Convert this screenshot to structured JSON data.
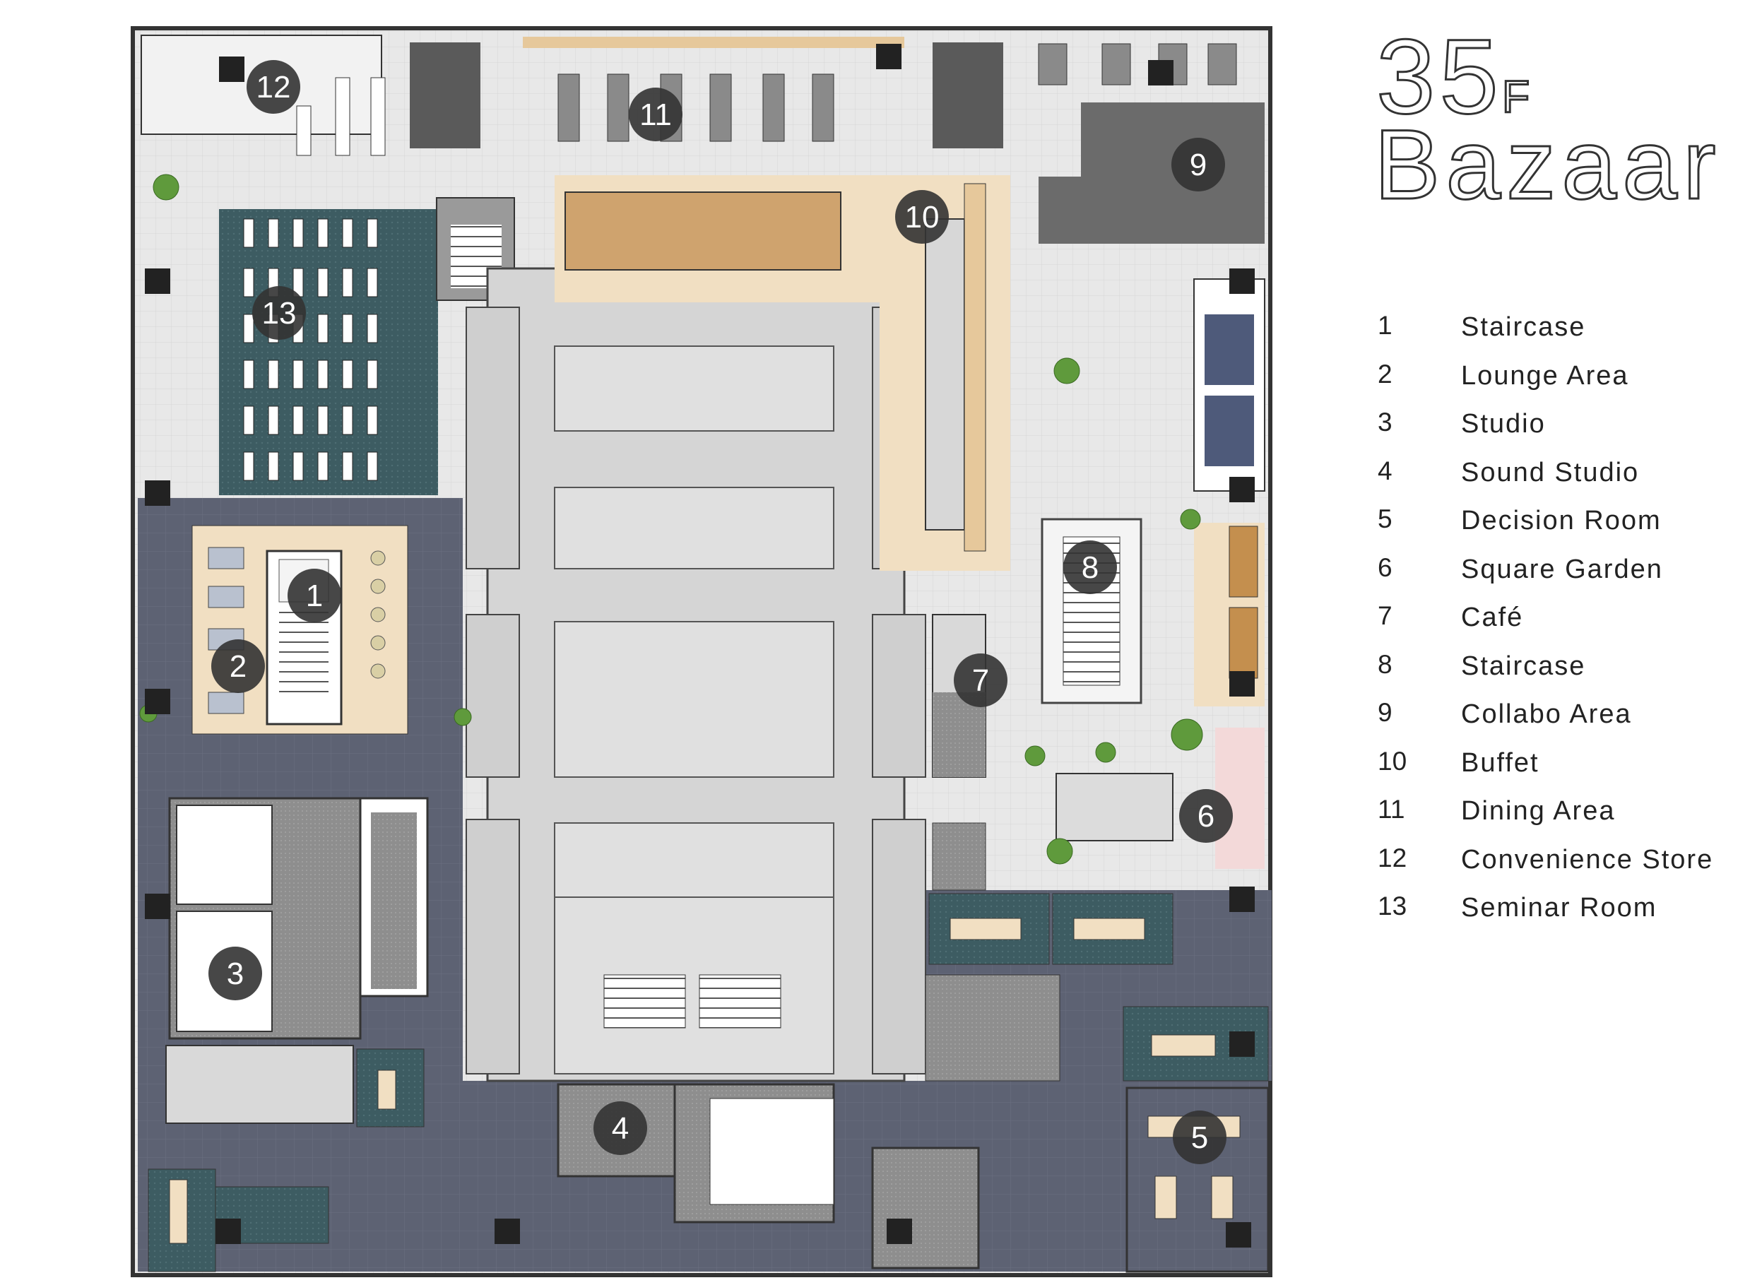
{
  "title": {
    "floor_number": "35",
    "floor_suffix": "F",
    "name": "Bazaar"
  },
  "legend": [
    {
      "number": "1",
      "label": "Staircase"
    },
    {
      "number": "2",
      "label": "Lounge Area"
    },
    {
      "number": "3",
      "label": "Studio"
    },
    {
      "number": "4",
      "label": "Sound Studio"
    },
    {
      "number": "5",
      "label": "Decision Room"
    },
    {
      "number": "6",
      "label": "Square Garden"
    },
    {
      "number": "7",
      "label": "Café"
    },
    {
      "number": "8",
      "label": "Staircase"
    },
    {
      "number": "9",
      "label": "Collabo Area"
    },
    {
      "number": "10",
      "label": "Buffet"
    },
    {
      "number": "11",
      "label": "Dining Area"
    },
    {
      "number": "12",
      "label": "Convenience Store"
    },
    {
      "number": "13",
      "label": "Seminar Room"
    }
  ],
  "markers": [
    "1",
    "2",
    "3",
    "4",
    "5",
    "6",
    "7",
    "8",
    "9",
    "10",
    "11",
    "12",
    "13"
  ],
  "colors": {
    "light_floor": "#e9e9e9",
    "dark_floor": "#5f6475",
    "teal_carpet": "#3b5a60",
    "core": "#d4d4d4",
    "wood": "#f2dfc0",
    "marker": "#333333"
  }
}
